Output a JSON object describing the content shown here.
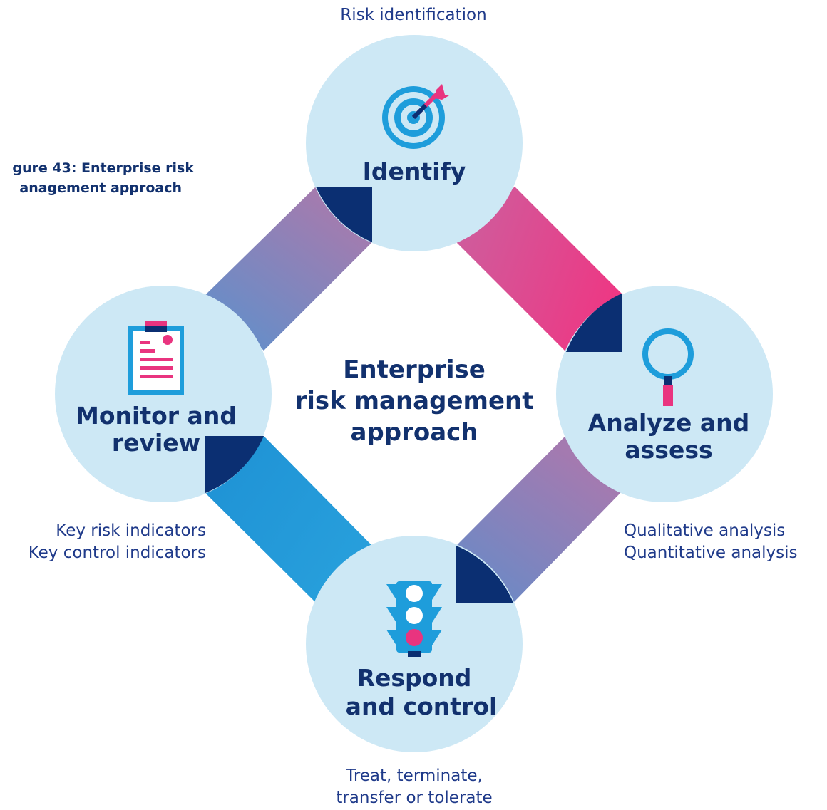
{
  "figure_caption": {
    "line1": "gure 43: Enterprise risk",
    "line2": "anagement approach"
  },
  "center_title": {
    "line1": "Enterprise",
    "line2": "risk management",
    "line3": "approach"
  },
  "stages": {
    "identify": {
      "title": "Identify",
      "icon": "target-icon",
      "note": "Risk identification"
    },
    "analyze": {
      "title_line1": "Analyze and",
      "title_line2": "assess",
      "icon": "magnifier-icon",
      "note_line1": "Qualitative analysis",
      "note_line2": "Quantitative analysis"
    },
    "respond": {
      "title_line1": "Respond",
      "title_line2": "and control",
      "icon": "traffic-light-icon",
      "note_line1": "Treat, terminate,",
      "note_line2": "transfer or tolerate"
    },
    "monitor": {
      "title_line1": "Monitor and",
      "title_line2": "review",
      "icon": "clipboard-icon",
      "note_line1": "Key risk indicators",
      "note_line2": "Key control indicators"
    }
  },
  "colors": {
    "circle_fill": "#cde8f5",
    "dark_navy": "#0b2f72",
    "pink": "#e9347f",
    "blue": "#1e9ddb",
    "purple": "#a27aaf",
    "slate_blue": "#5f8fcc"
  }
}
